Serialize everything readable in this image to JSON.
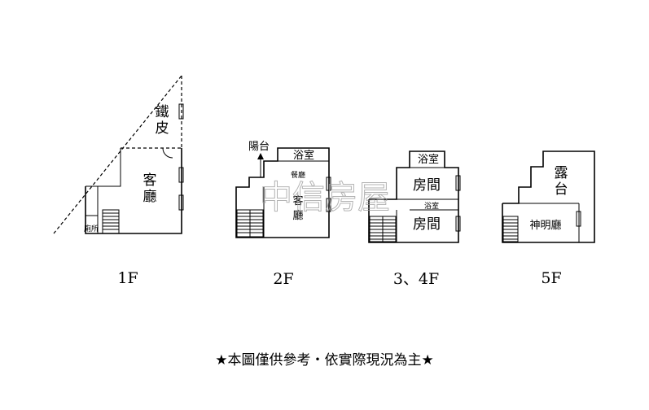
{
  "floors": {
    "f1": {
      "label": "1F",
      "rooms": {
        "iron_sheet_1": "鐵",
        "iron_sheet_2": "皮",
        "living_1": "客",
        "living_2": "廳",
        "toilet": "廁所"
      }
    },
    "f2": {
      "label": "2F",
      "rooms": {
        "balcony": "陽台",
        "bathroom": "浴室",
        "dining": "餐廳",
        "living_1": "客",
        "living_2": "廳"
      }
    },
    "f34": {
      "label": "3、4F",
      "rooms": {
        "bathroom_top": "浴室",
        "bedroom_1": "房間",
        "bathroom_mid": "浴室",
        "bedroom_2": "房間"
      }
    },
    "f5": {
      "label": "5F",
      "rooms": {
        "terrace_1": "露",
        "terrace_2": "台",
        "shrine": "神明廳"
      }
    }
  },
  "watermark": "中信房屋",
  "disclaimer": "★本圖僅供參考・依實際現況為主★"
}
